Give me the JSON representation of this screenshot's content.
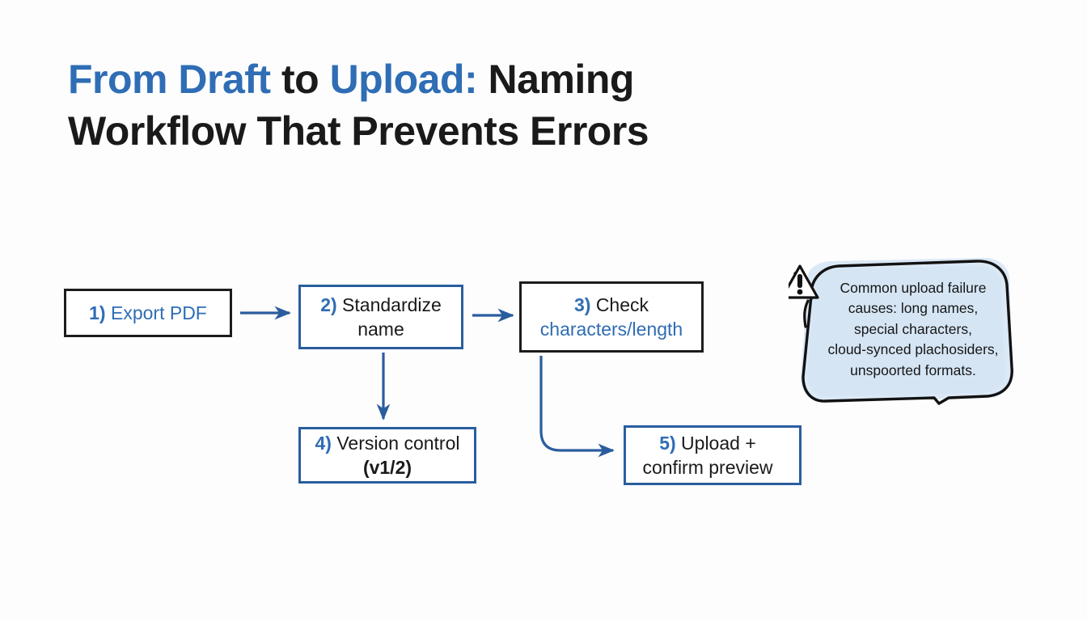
{
  "page": {
    "background_color": "#fdfdfd",
    "accent_blue": "#2f6db5",
    "border_blue": "#2a5d9e",
    "border_black": "#1c1c1c",
    "callout_fill": "#d9e7f5"
  },
  "title": {
    "line1_part1": "From Draft",
    "line1_part2": " to ",
    "line1_part3": "Upload:",
    "line1_part4": " Naming",
    "line2": "Workflow That Prevents Errors",
    "full_text": "From Draft to Upload: Naming Workflow That Prevents Errors"
  },
  "flow": {
    "nodes": [
      {
        "id": "node1",
        "number": "1)",
        "text": "Export PDF",
        "border": "black",
        "text_color": "blue"
      },
      {
        "id": "node2",
        "number": "2)",
        "line1": "Standardize",
        "line2": "name",
        "border": "blue",
        "text_color": "black"
      },
      {
        "id": "node3",
        "number": "3)",
        "line1": "Check",
        "line2": "characters/length",
        "border": "black",
        "text_color": "mixed"
      },
      {
        "id": "node4",
        "number": "4)",
        "line1": "Version control",
        "line2": "(v1/2)",
        "border": "blue",
        "text_color": "black"
      },
      {
        "id": "node5",
        "number": "5)",
        "line1": "Upload +",
        "line2": "confirm preview",
        "border": "blue",
        "text_color": "black"
      }
    ],
    "connectors": [
      {
        "name": "arrow-1-to-2",
        "type": "straight-right"
      },
      {
        "name": "arrow-2-to-3",
        "type": "straight-right"
      },
      {
        "name": "arrow-2-to-4",
        "type": "straight-down"
      },
      {
        "name": "arrow-3-to-5",
        "type": "elbow-down-right"
      }
    ]
  },
  "callout": {
    "icon": "warning-triangle-icon",
    "line1": "Common upload failure",
    "line2": "causes: long names,",
    "line3": "special characters,",
    "line4": "cloud-synced plachosiders,",
    "line5": "unspoorted formats.",
    "full_text": "Common upload failure causes: long names, special characters, cloud-synced plachosiders, unspoorted formats."
  }
}
